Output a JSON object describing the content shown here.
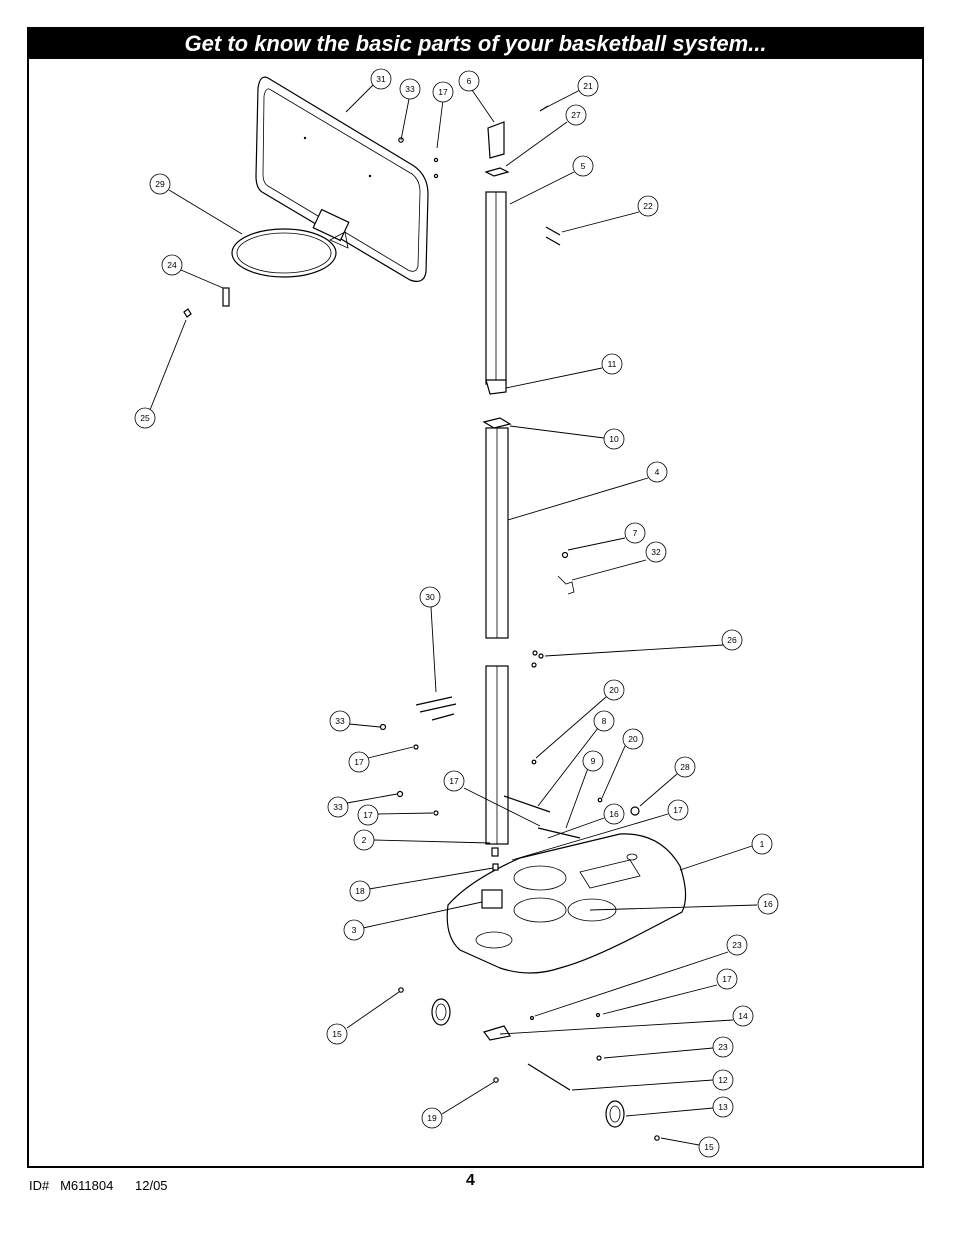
{
  "header": {
    "title": "Get to know the basic parts of your basketball system..."
  },
  "footer": {
    "id_label": "ID#",
    "id_value": "M611804",
    "date": "12/05",
    "page_number": "4"
  },
  "callouts": [
    "31",
    "33",
    "17",
    "6",
    "21",
    "27",
    "5",
    "22",
    "29",
    "24",
    "25",
    "11",
    "10",
    "4",
    "7",
    "32",
    "30",
    "26",
    "20",
    "8",
    "20",
    "28",
    "33",
    "17",
    "17",
    "9",
    "33",
    "17",
    "16",
    "17",
    "2",
    "1",
    "18",
    "16",
    "3",
    "23",
    "17",
    "14",
    "15",
    "23",
    "12",
    "19",
    "13",
    "15"
  ]
}
